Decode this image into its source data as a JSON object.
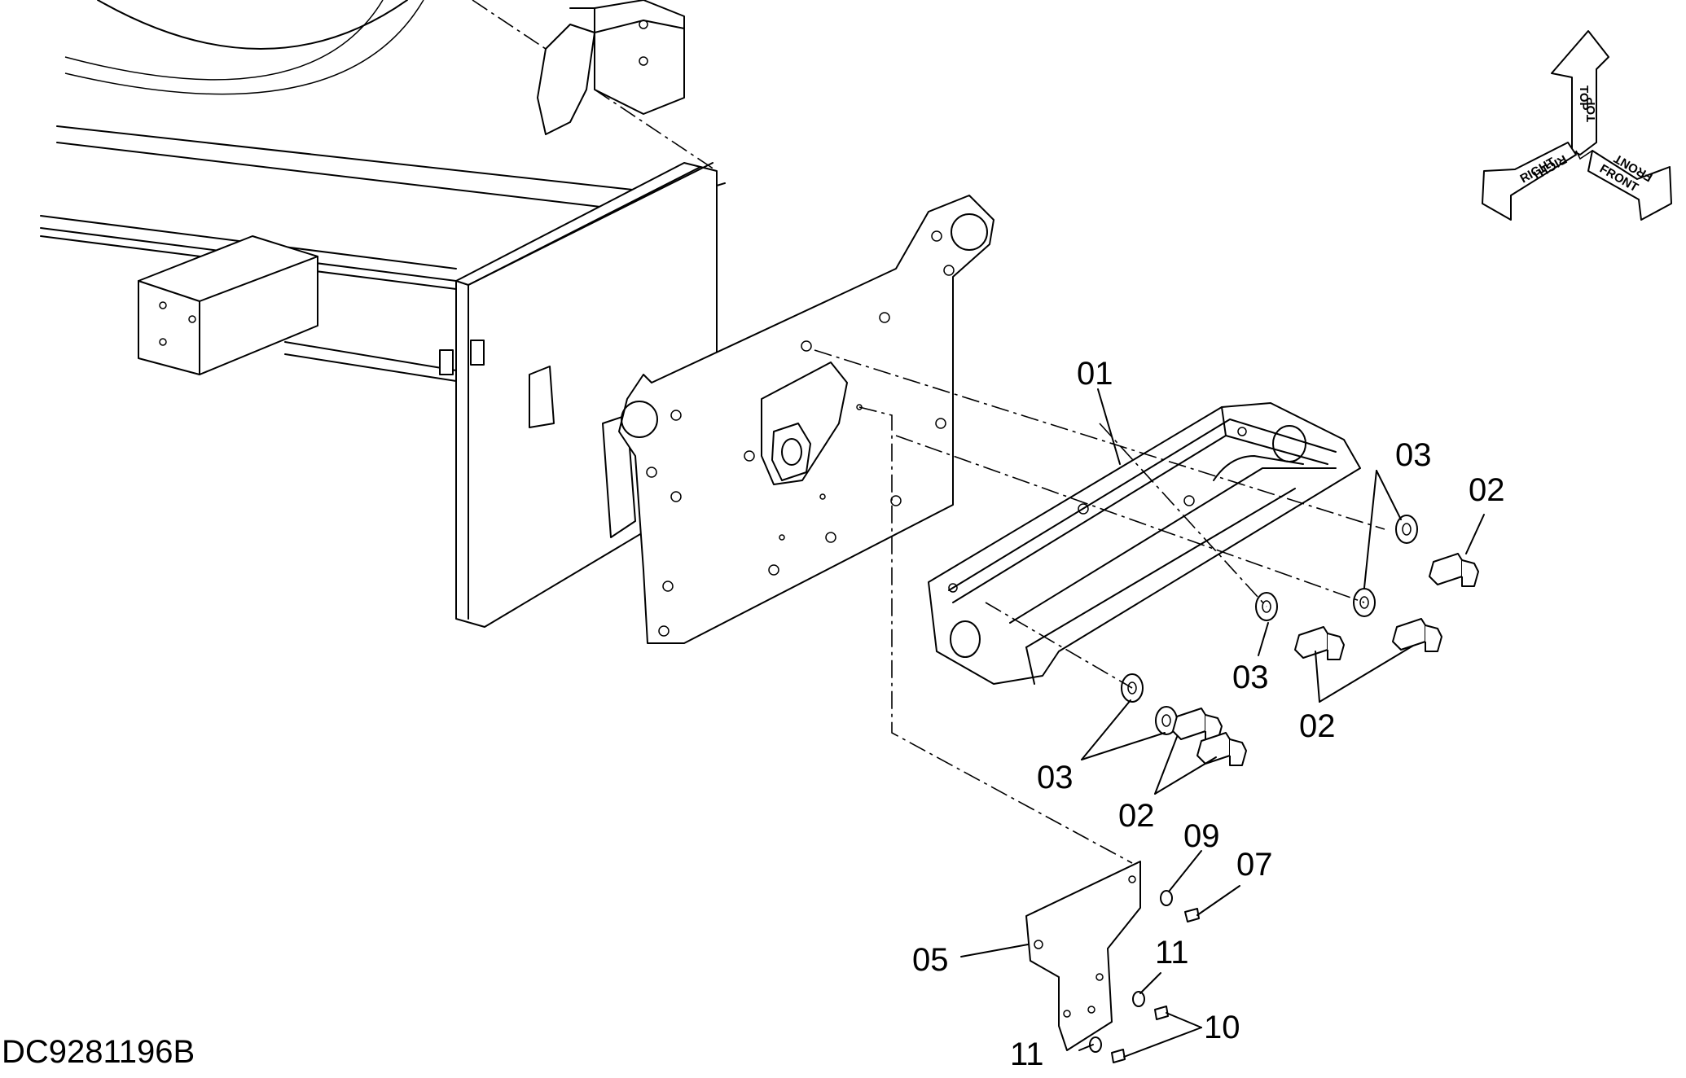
{
  "document_id": "DC9281196B",
  "orientation": {
    "top": "TOP",
    "right": "RIGHT",
    "front": "FRONT"
  },
  "callouts": [
    {
      "label": "01"
    },
    {
      "label": "02"
    },
    {
      "label": "02"
    },
    {
      "label": "02"
    },
    {
      "label": "03"
    },
    {
      "label": "03"
    },
    {
      "label": "03"
    },
    {
      "label": "05"
    },
    {
      "label": "07"
    },
    {
      "label": "09"
    },
    {
      "label": "10"
    },
    {
      "label": "11"
    },
    {
      "label": "11"
    }
  ]
}
